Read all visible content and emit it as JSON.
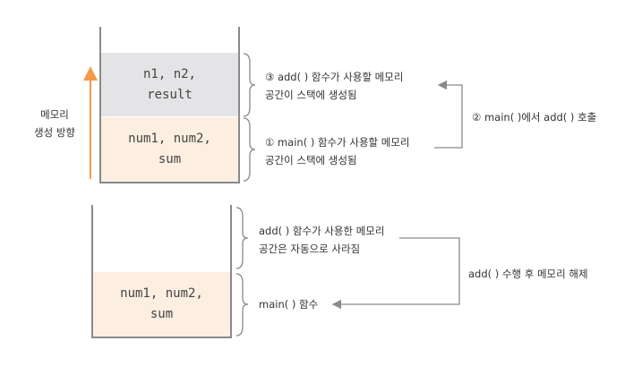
{
  "axis_label": {
    "line1": "메모리",
    "line2": "생성 방향"
  },
  "top_stack": {
    "upper_cell": "n1, n2,\nresult",
    "lower_cell": "num1, num2,\nsum"
  },
  "bottom_stack": {
    "lower_cell": "num1, num2,\nsum"
  },
  "notes": {
    "add_alloc_line1": "③ add( ) 함수가 사용할 메모리",
    "add_alloc_line2": "공간이 스택에 생성됨",
    "main_alloc_line1": "① main( ) 함수가 사용할 메모리",
    "main_alloc_line2": "공간이 스택에 생성됨",
    "call_label": "② main( )에서 add( ) 호출",
    "add_freed_line1": "add( ) 함수가 사용한 메모리",
    "add_freed_line2": "공간은 자동으로 사라짐",
    "main_func": "main( ) 함수",
    "release_label": "add( ) 수행 후 메모리 해제"
  },
  "colors": {
    "arrow_orange": "#f39a4c",
    "gray_cell": "#e4e4e6",
    "peach_cell": "#fdeee2",
    "line": "#8a8a8a"
  }
}
